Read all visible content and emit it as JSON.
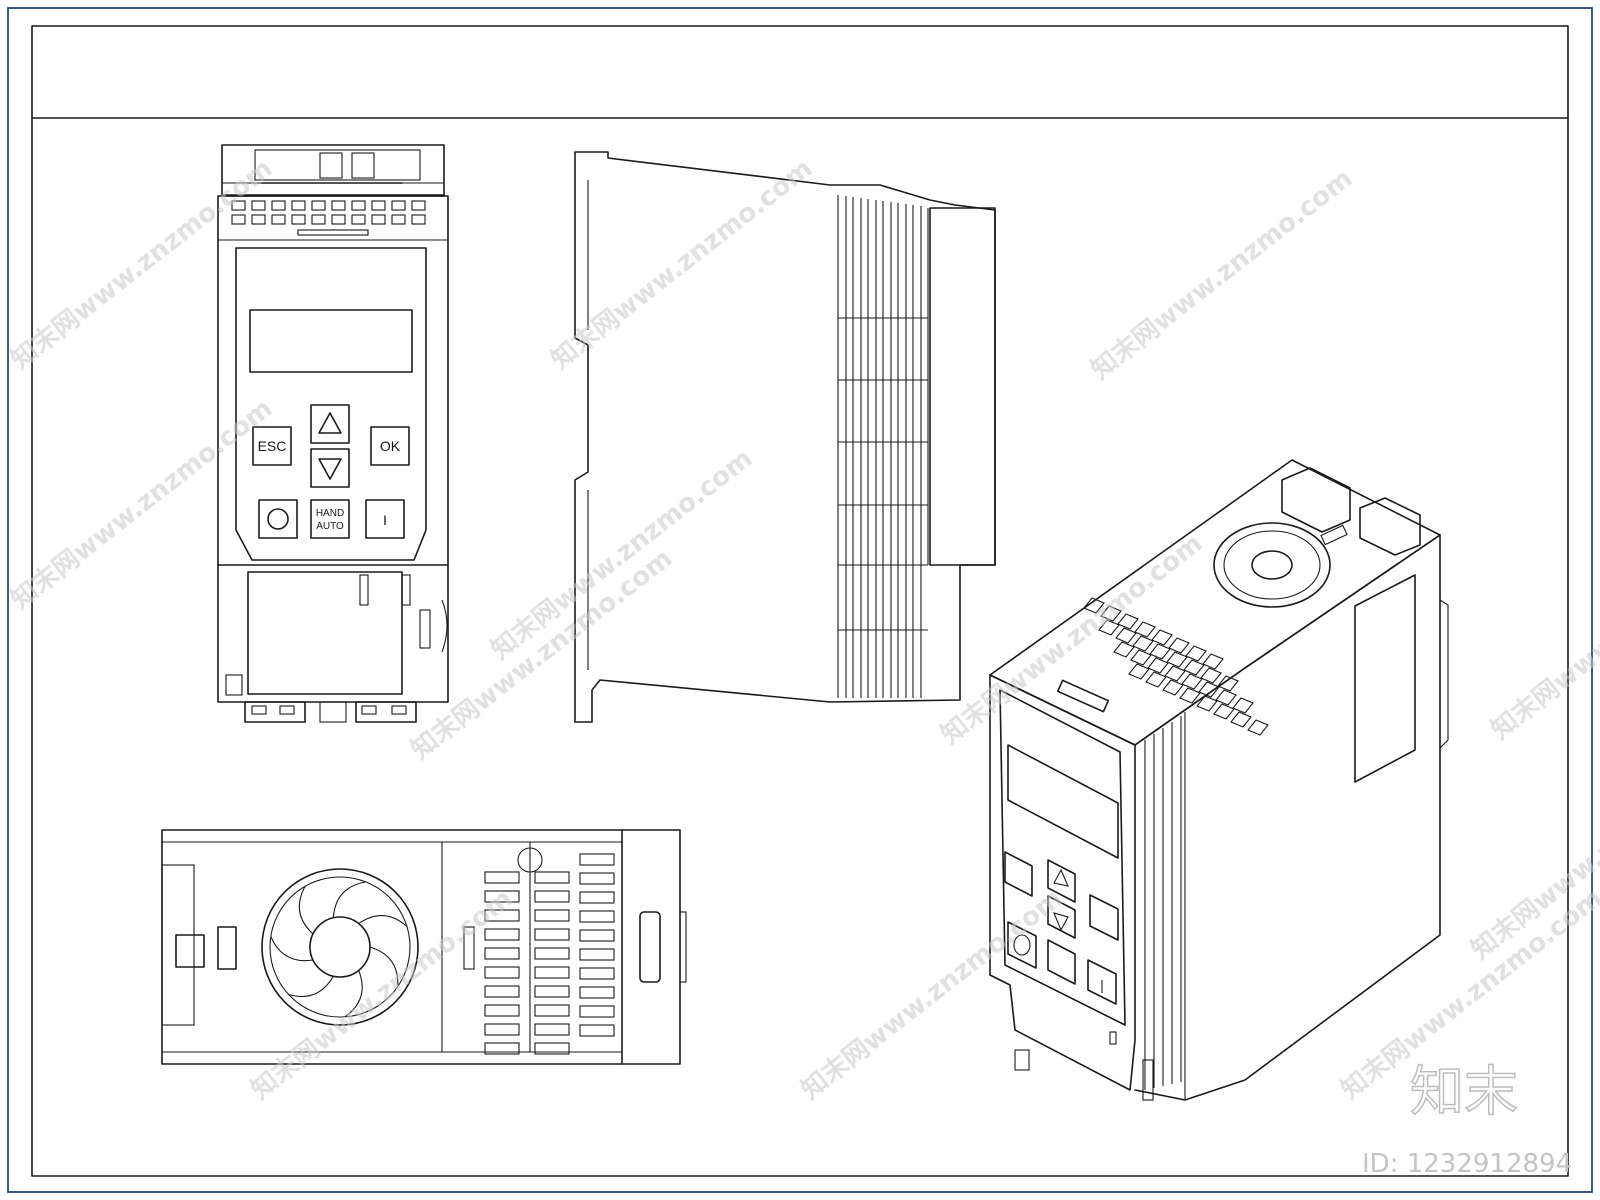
{
  "keypad": {
    "esc_label": "ESC",
    "ok_label": "OK",
    "hand_label": "HAND",
    "auto_label": "AUTO",
    "start_label": "I"
  },
  "watermark": {
    "text": "知末网www.znzmo.com",
    "brand": "知末",
    "id_label": "ID: 1232912894"
  },
  "colors": {
    "ink": "#1a1a1a",
    "frame_outer": "#3a5a8c",
    "watermark": "#c9c9c9"
  }
}
